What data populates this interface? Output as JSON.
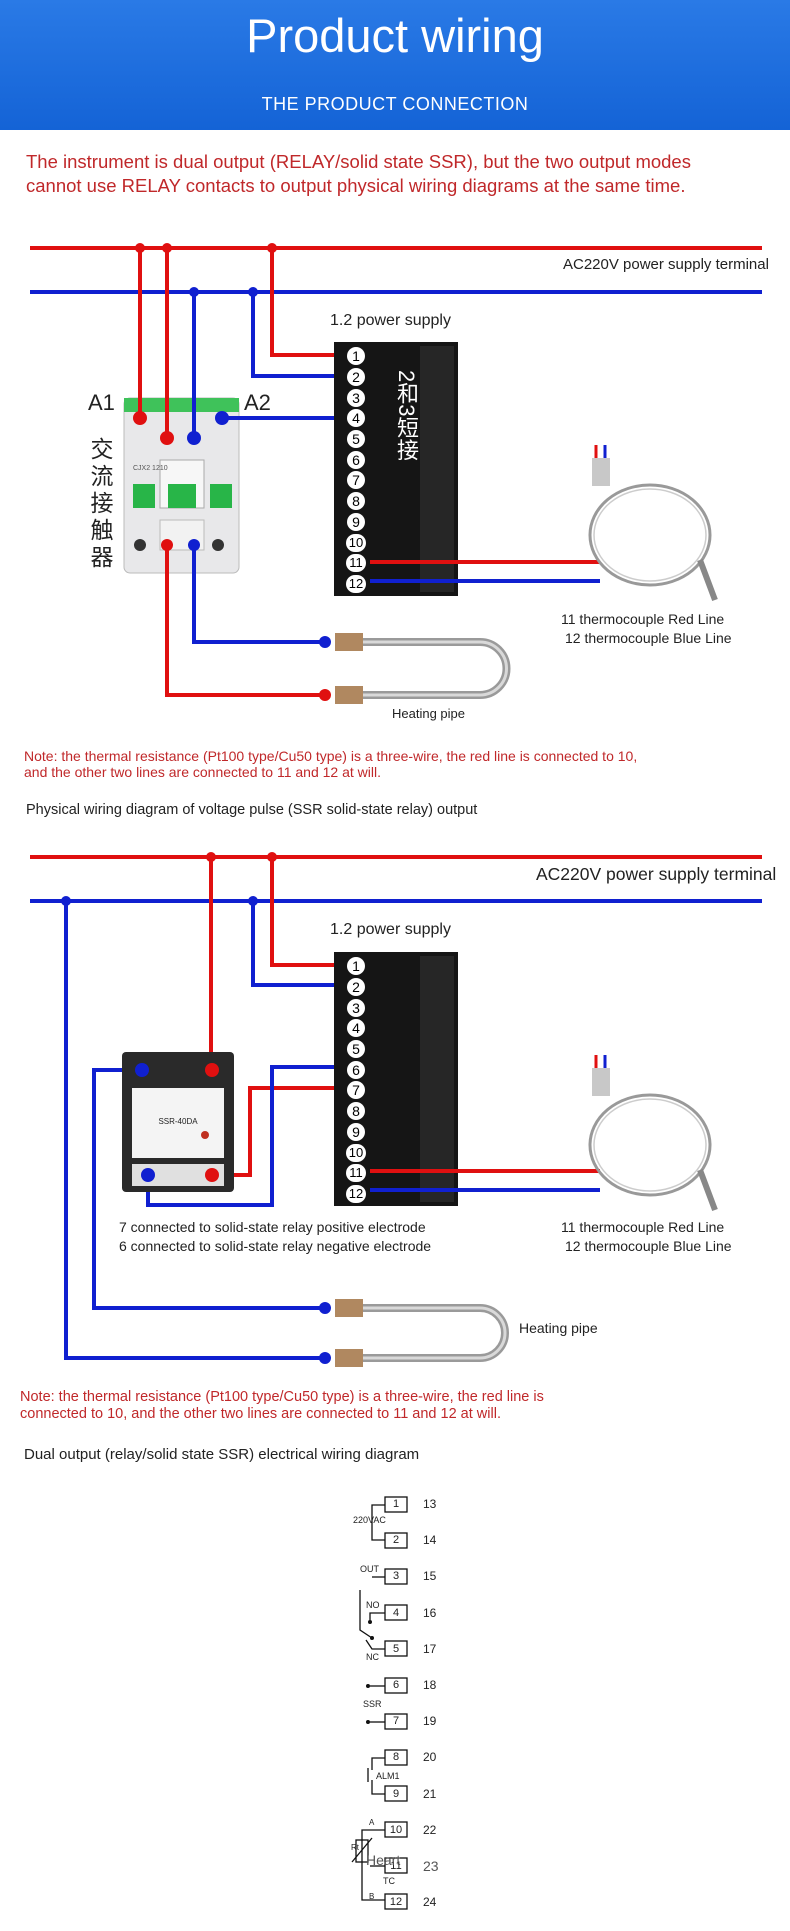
{
  "header": {
    "title": "Product wiring",
    "subtitle": "THE PRODUCT CONNECTION"
  },
  "intro_line1": "The instrument is dual output (RELAY/solid state SSR), but the two output modes",
  "intro_line2": "cannot use RELAY contacts to output physical wiring diagrams at the same time.",
  "diagram1": {
    "power_label": "AC220V power supply terminal",
    "power_supply_label": "1.2 power supply",
    "contactor_label_a1": "A1",
    "contactor_label_a2": "A2",
    "contactor_cn": [
      "交",
      "流",
      "接",
      "触",
      "器"
    ],
    "contactor_model": "CJX2 1210",
    "jumper_cn": "2和3短接",
    "terminals": [
      "1",
      "2",
      "3",
      "4",
      "5",
      "6",
      "7",
      "8",
      "9",
      "10",
      "11",
      "12"
    ],
    "thermo_red": "11 thermocouple Red Line",
    "thermo_blue": "12 thermocouple Blue Line",
    "heating_label": "Heating pipe"
  },
  "note1_line1": "Note: the thermal resistance (Pt100 type/Cu50 type) is a three-wire, the red line is connected to 10,",
  "note1_line2": "and the other two lines are connected to 11 and 12 at will.",
  "ssr_title": "Physical wiring diagram of voltage pulse (SSR solid-state relay) output",
  "diagram2": {
    "power_label": "AC220V power supply terminal",
    "power_supply_label": "1.2 power supply",
    "ssr_model": "SSR-40DA",
    "terminals": [
      "1",
      "2",
      "3",
      "4",
      "5",
      "6",
      "7",
      "8",
      "9",
      "10",
      "11",
      "12"
    ],
    "ssr_pos": "7 connected to solid-state relay positive electrode",
    "ssr_neg": "6 connected to solid-state relay negative electrode",
    "thermo_red": "11 thermocouple Red Line",
    "thermo_blue": "12 thermocouple Blue Line",
    "heating_label": "Heating pipe"
  },
  "note2_line1": "Note: the thermal resistance (Pt100 type/Cu50 type) is a three-wire, the red line is",
  "note2_line2": "connected to 10, and the other two lines are connected to 11 and 12 at will.",
  "dual_title": "Dual output (relay/solid state SSR) electrical wiring diagram",
  "schematic": {
    "left_terminals": [
      "1",
      "2",
      "3",
      "4",
      "5",
      "6",
      "7",
      "8",
      "9",
      "10",
      "11",
      "12"
    ],
    "right_numbers": [
      "13",
      "14",
      "15",
      "16",
      "17",
      "18",
      "19",
      "20",
      "21",
      "22",
      "23",
      "24"
    ],
    "label_220": "220VAC",
    "label_out": "OUT",
    "label_no": "NO",
    "label_nc": "NC",
    "label_ssr": "SSR",
    "label_alm": "ALM1",
    "label_rt": "Rt",
    "label_a": "A",
    "label_b": "B",
    "label_tc": "TC",
    "label_heart": "Heart"
  },
  "colors": {
    "banner": "#1a6ee0",
    "red_wire": "#e01010",
    "blue_wire": "#1020d0",
    "note": "#c0282a"
  }
}
